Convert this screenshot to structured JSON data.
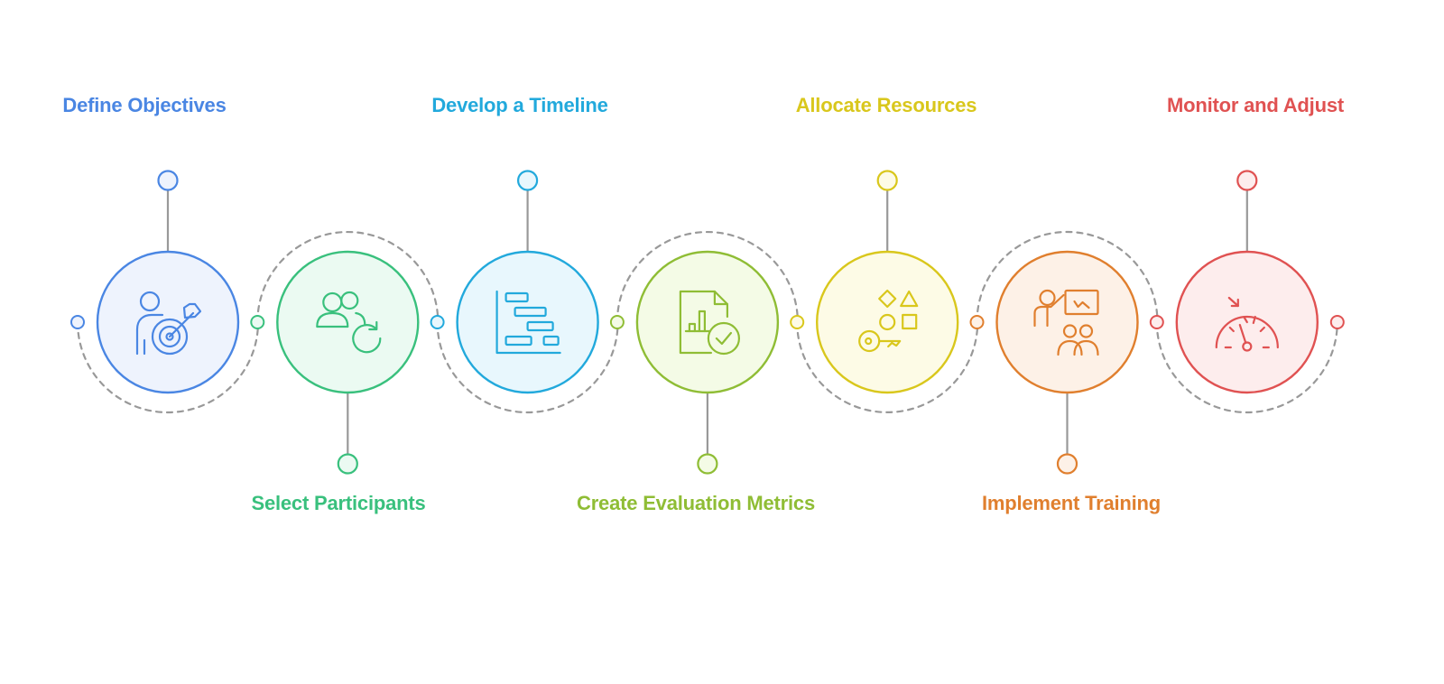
{
  "steps": [
    {
      "label": "Define Objectives",
      "icon": "person-target-icon",
      "stroke": "#4a86e3",
      "fill": "#eef3fd"
    },
    {
      "label": "Select Participants",
      "icon": "people-refresh-icon",
      "stroke": "#39c07d",
      "fill": "#ebfaf2"
    },
    {
      "label": "Develop a Timeline",
      "icon": "gantt-chart-icon",
      "stroke": "#22a9dc",
      "fill": "#e8f7fd"
    },
    {
      "label": "Create Evaluation Metrics",
      "icon": "report-check-icon",
      "stroke": "#8fbd35",
      "fill": "#f4fbe6"
    },
    {
      "label": "Allocate Resources",
      "icon": "key-shapes-icon",
      "stroke": "#d9c71c",
      "fill": "#fdfbe6"
    },
    {
      "label": "Implement Training",
      "icon": "presenter-audience-icon",
      "stroke": "#e07f2e",
      "fill": "#fdf1e7"
    },
    {
      "label": "Monitor and Adjust",
      "icon": "gauge-icon",
      "stroke": "#e05252",
      "fill": "#fdeded"
    }
  ],
  "colors": {
    "connector": "#999999",
    "dashed_arc": "#999999",
    "background": "#ffffff"
  }
}
